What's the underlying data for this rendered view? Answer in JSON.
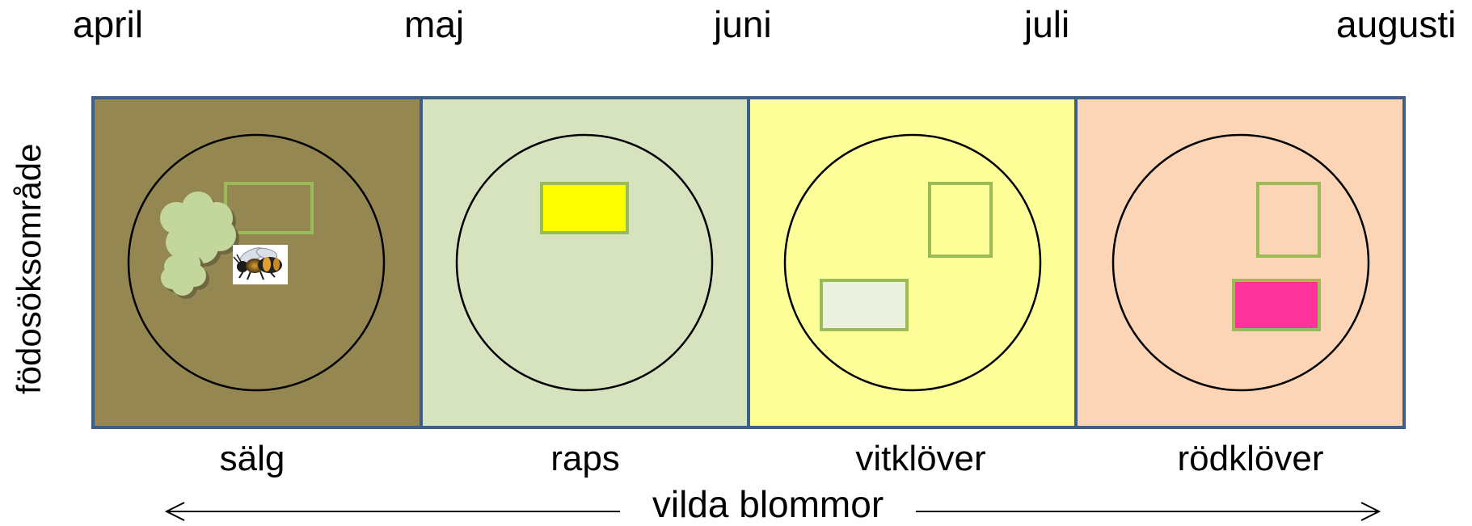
{
  "months": [
    "april",
    "maj",
    "juni",
    "juli",
    "augusti"
  ],
  "y_axis_label": "födosöksområde",
  "crops": [
    "sälg",
    "raps",
    "vitklöver",
    "rödklöver"
  ],
  "wild_flowers_label": "vilda blommor",
  "colors": {
    "panel_salg": "#948752",
    "panel_raps": "#d7e3bf",
    "panel_vitklover": "#ffff99",
    "panel_rodklover": "#fbd5b5",
    "panel_border": "#3b5f8a",
    "box_border": "#9bbb59",
    "raps_flower": "#ffff00",
    "vitklover_flower": "#ebf1de",
    "rodklover_flower": "#ff3399",
    "bush": "#c3d69b"
  },
  "icons": [
    "bumblebee-icon",
    "bush-icon"
  ]
}
